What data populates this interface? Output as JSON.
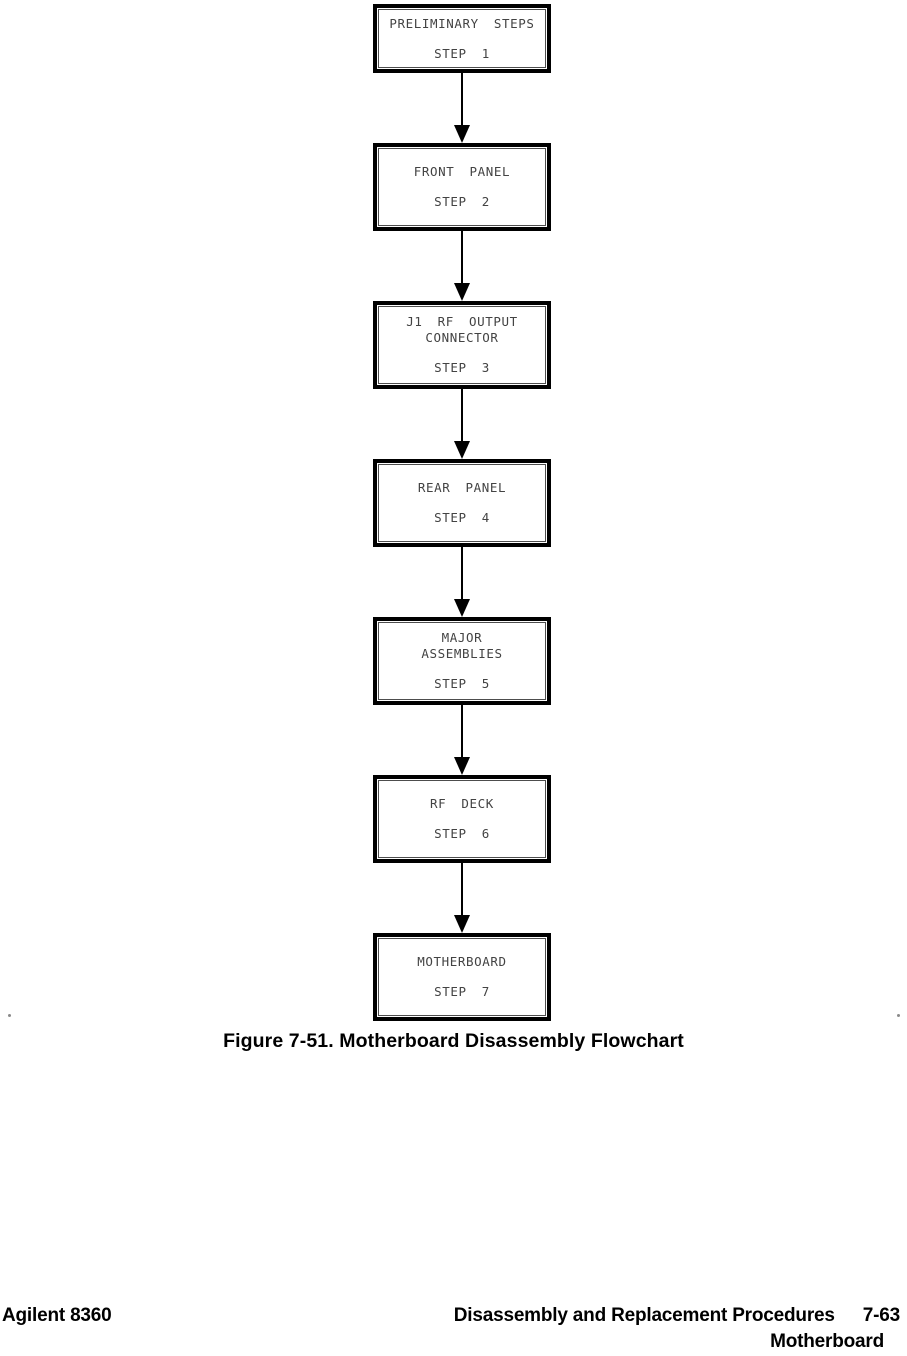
{
  "caption": "Figure 7-51. Motherboard Disassembly Flowchart",
  "footer": {
    "left": "Agilent 8360",
    "section": "Disassembly and Replacement Procedures",
    "page_number": "7-63",
    "subsection": "Motherboard"
  },
  "flowchart": {
    "boxes": [
      {
        "title_lines": [
          "PRELIMINARY STEPS"
        ],
        "step": "STEP 1"
      },
      {
        "title_lines": [
          "FRONT PANEL"
        ],
        "step": "STEP 2"
      },
      {
        "title_lines": [
          "J1 RF OUTPUT",
          "CONNECTOR"
        ],
        "step": "STEP 3"
      },
      {
        "title_lines": [
          "REAR PANEL"
        ],
        "step": "STEP 4"
      },
      {
        "title_lines": [
          "MAJOR",
          "ASSEMBLIES"
        ],
        "step": "STEP 5"
      },
      {
        "title_lines": [
          "RF DECK"
        ],
        "step": "STEP 6"
      },
      {
        "title_lines": [
          "MOTHERBOARD"
        ],
        "step": "STEP 7"
      }
    ]
  },
  "colors": {
    "ink": "#000000",
    "box_text": "#434343",
    "background": "#ffffff"
  }
}
